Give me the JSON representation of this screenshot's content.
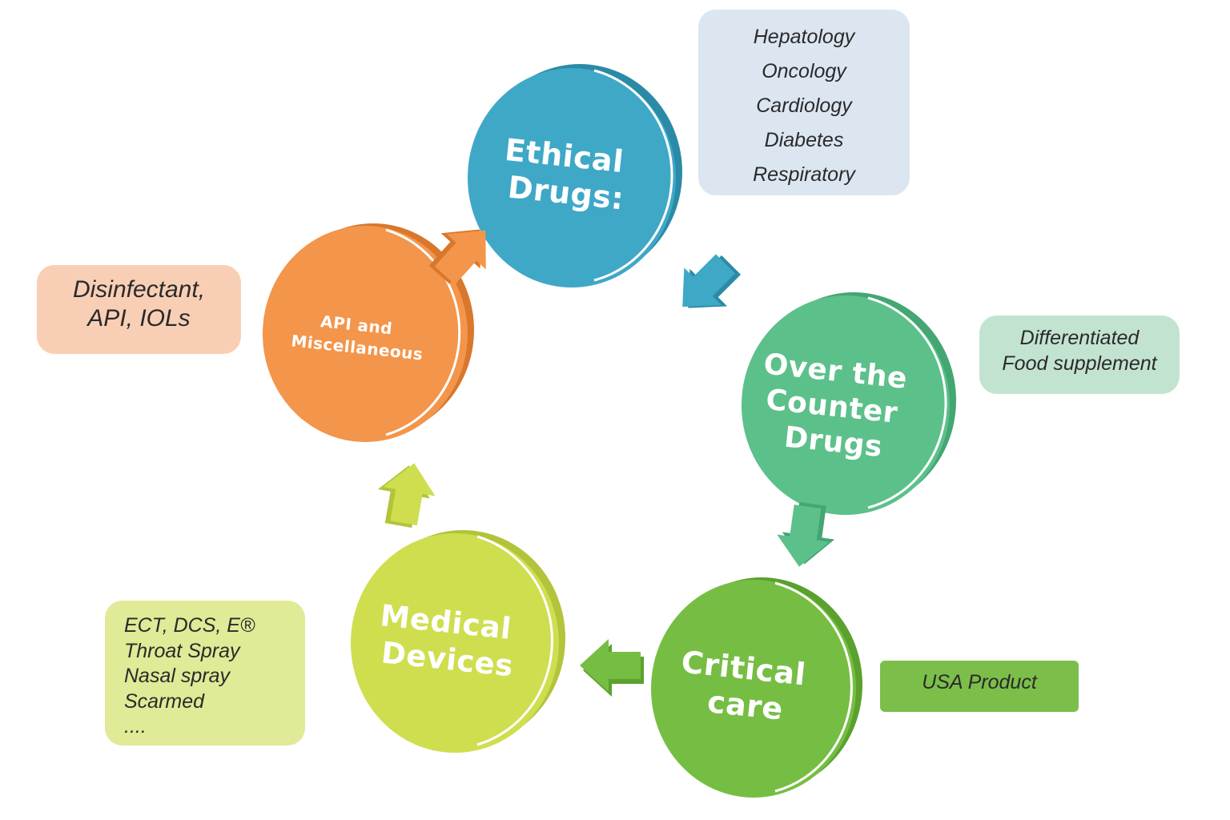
{
  "nodes": [
    {
      "id": "ethical",
      "title_lines": [
        "Ethical",
        "Drugs:"
      ],
      "color": "#3fa8c7"
    },
    {
      "id": "otc",
      "title_lines": [
        "Over the",
        "Counter",
        "Drugs"
      ],
      "color": "#5cc08a"
    },
    {
      "id": "critical",
      "title_lines": [
        "Critical",
        "care"
      ],
      "color": "#76be43"
    },
    {
      "id": "medical",
      "title_lines": [
        "Medical",
        "Devices"
      ],
      "color": "#cfde4f"
    },
    {
      "id": "api",
      "title_lines": [
        "API and",
        "Miscellaneous"
      ],
      "color": "#f3954a"
    }
  ],
  "boxes": {
    "ethical": [
      "Hepatology",
      "Oncology",
      "Cardiology",
      "Diabetes",
      "Respiratory"
    ],
    "api": [
      "Disinfectant,",
      "API, IOLs"
    ],
    "otc": [
      "Differentiated",
      "Food supplement"
    ],
    "critical": [
      "USA Product"
    ],
    "medical": [
      "ECT, DCS, E®",
      "Throat Spray",
      "Nasal spray",
      "Scarmed",
      "...."
    ]
  },
  "arrow_icon": "block-arrow-icon"
}
